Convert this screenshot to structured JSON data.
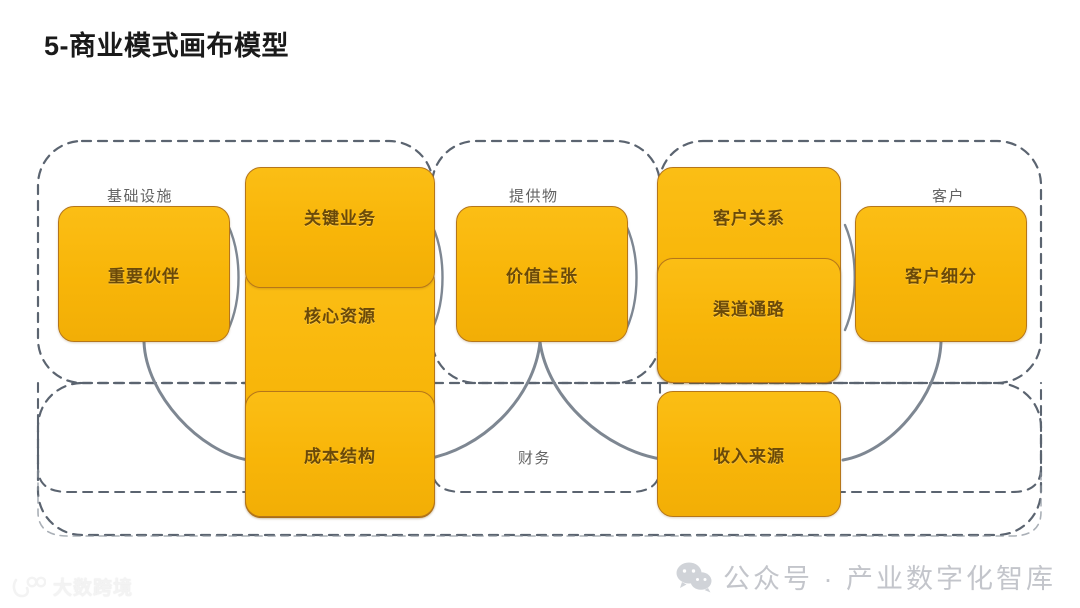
{
  "slide": {
    "title": "5-商业模式画布模型",
    "background": "#ffffff"
  },
  "colors": {
    "card_fill": "#F8B508",
    "card_border": "#B5761A",
    "card_text": "#6b4a09",
    "caption_text": "#636363",
    "dashed_border": "#5b6470",
    "connector": "#7e8792",
    "title_text": "#1a1a1a"
  },
  "groups": [
    {
      "id": "infrastructure",
      "caption": "基础设施"
    },
    {
      "id": "offering",
      "caption": "提供物"
    },
    {
      "id": "customer",
      "caption": "客户"
    },
    {
      "id": "finance",
      "caption": "财务"
    }
  ],
  "cards": [
    {
      "id": "key-partners",
      "label": "重要伙伴"
    },
    {
      "id": "key-activities",
      "label": "关键业务"
    },
    {
      "id": "key-resources",
      "label": "核心资源"
    },
    {
      "id": "value-proposition",
      "label": "价值主张"
    },
    {
      "id": "customer-relationships",
      "label": "客户关系"
    },
    {
      "id": "channels",
      "label": "渠道通路"
    },
    {
      "id": "customer-segments",
      "label": "客户细分"
    },
    {
      "id": "cost-structure",
      "label": "成本结构"
    },
    {
      "id": "revenue-streams",
      "label": "收入来源"
    }
  ],
  "watermarks": {
    "left": {
      "text": "大数跨境",
      "icon": "dashu-logo-icon"
    },
    "right": {
      "text": "公众号 · 产业数字化智库",
      "icon": "wechat-icon"
    }
  }
}
